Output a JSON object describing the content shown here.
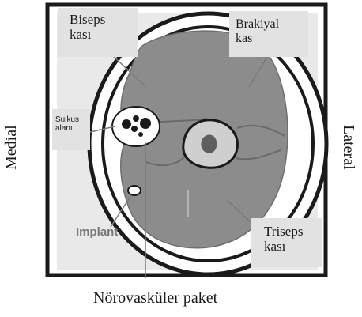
{
  "labels": {
    "biceps": "Biseps kası",
    "brachialis": "Brakiyal kas",
    "sulcus": "Sulkus alanı",
    "implant": "Implant",
    "triceps": "Triseps kası",
    "medial": "Medial",
    "lateral": "Lateral",
    "neurovascular": "Nörovasküler paket"
  },
  "colors": {
    "muscle": "#8c8c8c",
    "bone": "#cfcfcf",
    "marrow": "#5e5e5e",
    "label_box": "#e2e2e2",
    "frame": "#1a1a1a"
  }
}
